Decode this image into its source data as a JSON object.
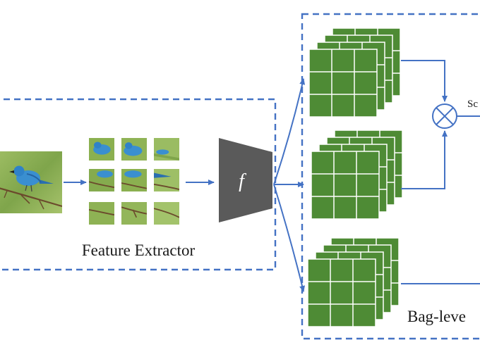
{
  "labels": {
    "feature_extractor": "Feature Extractor",
    "function_symbol": "f",
    "bag_level": "Bag-leve",
    "score_partial": "Sc"
  },
  "icons": {
    "operator": "circled-times-icon",
    "input_image": "bird-image",
    "patches": "image-patch-grid"
  },
  "colors": {
    "dashed_border": "#4472c4",
    "arrow": "#4472c4",
    "feature_cell": "#4e8b35",
    "feature_border": "#ffffff",
    "extractor": "#5a5a5a",
    "bird": "#3a8fd0",
    "background_image": "#8bb050"
  }
}
